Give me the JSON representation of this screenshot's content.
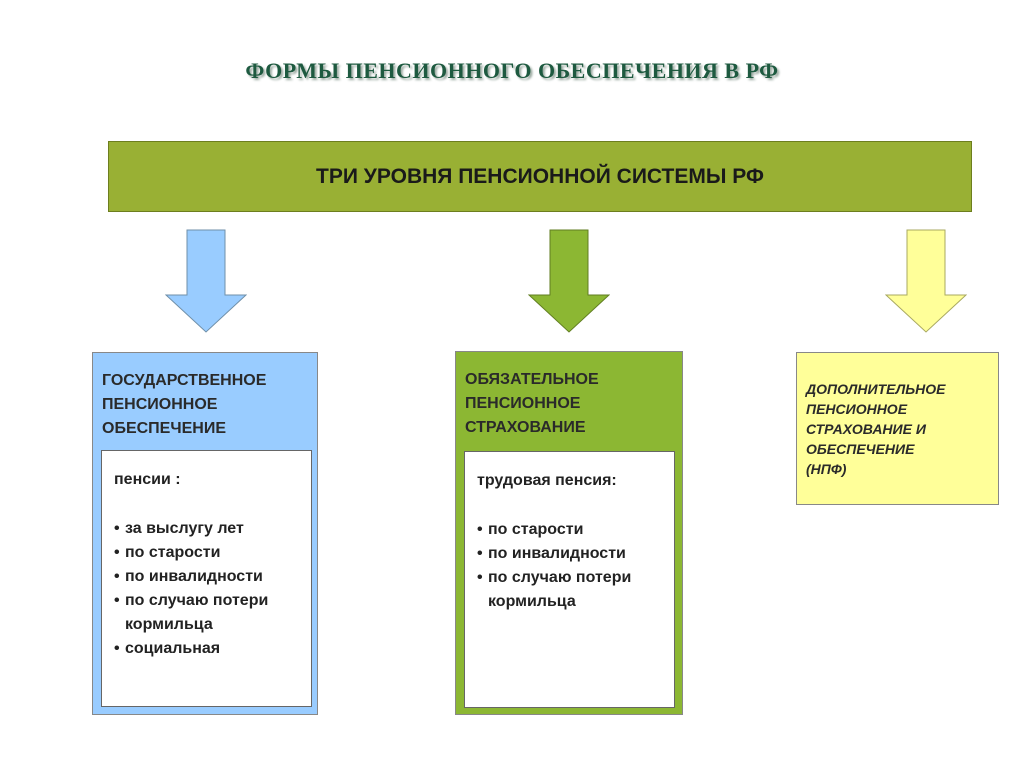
{
  "title": "ФОРМЫ ПЕНСИОННОГО ОБЕСПЕЧЕНИЯ В РФ",
  "banner": "ТРИ УРОВНЯ ПЕНСИОННОЙ СИСТЕМЫ РФ",
  "colors": {
    "banner": "#99b034",
    "state": "#99ccff",
    "mandatory": "#8cb733",
    "additional": "#ffff99",
    "title": "#1e5a40"
  },
  "state": {
    "heading": [
      "ГОСУДАРСТВЕННОЕ",
      "ПЕНСИОННОЕ",
      "ОБЕСПЕЧЕНИЕ"
    ],
    "lead": "пенсии :",
    "items": [
      "за выслугу лет",
      "по старости",
      "по инвалидности",
      "по случаю потери кормильца",
      "социальная"
    ]
  },
  "mandatory": {
    "heading": [
      "ОБЯЗАТЕЛЬНОЕ",
      "ПЕНСИОННОЕ",
      "СТРАХОВАНИЕ"
    ],
    "lead": "трудовая пенсия:",
    "items": [
      "по старости",
      "по инвалидности",
      "по случаю потери кормильца"
    ]
  },
  "additional": {
    "heading": [
      "ДОПОЛНИТЕЛЬНОЕ",
      "ПЕНСИОННОЕ",
      "СТРАХОВАНИЕ И",
      "ОБЕСПЕЧЕНИЕ",
      "(НПФ)"
    ]
  }
}
